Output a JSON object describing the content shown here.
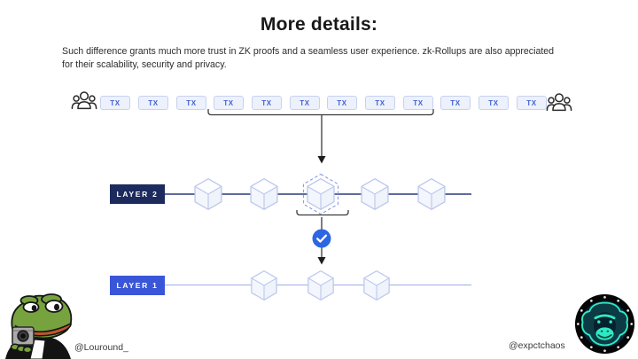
{
  "header": {
    "title": "More details:",
    "description_lines": [
      "Such difference grants much more trust in ZK proofs and a seamless user experience. zk-Rollups are also appreciated",
      "for their scalability, security and privacy."
    ]
  },
  "tx_row": {
    "boxes": [
      "TX",
      "TX",
      "TX",
      "TX",
      "TX",
      "TX",
      "TX",
      "TX",
      "TX",
      "TX",
      "TX",
      "TX"
    ]
  },
  "diagram": {
    "layer2": {
      "label": "LAYER 2",
      "block_count": 5,
      "highlighted_block": 3
    },
    "layer1": {
      "label": "LAYER 1",
      "block_count": 3
    },
    "check_icon": "verified-checkmark"
  },
  "footer": {
    "left_handle": "@Louround_",
    "right_handle": "@expctchaos"
  },
  "colors": {
    "layer2_badge": "#1d2a5e",
    "layer1_badge": "#3a56d8",
    "tx_text": "#4161d6",
    "tx_bg": "#edf1fb",
    "tx_border": "#c7d1f1",
    "check_circle": "#2d66e3",
    "hexagon_stroke": "#bcc7ee",
    "connector_dark": "#5e6b9d",
    "connector_light": "#9dade5",
    "pepe_green": "#77a33e",
    "logo_teal": "#2fe9c4"
  }
}
